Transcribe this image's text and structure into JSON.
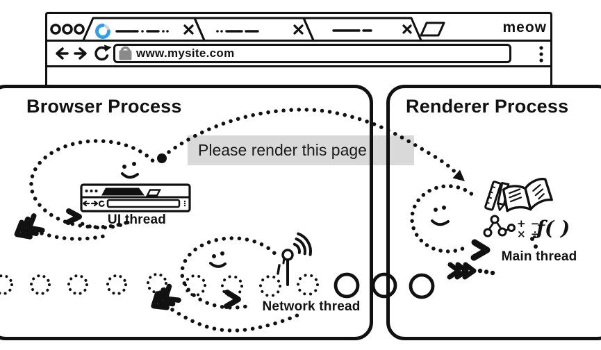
{
  "browser_window": {
    "brand": "meow",
    "address_bar": {
      "url": "www.mysite.com"
    }
  },
  "message_bubble": {
    "text": "Please render this page"
  },
  "processes": {
    "browser": {
      "title": "Browser Process",
      "threads": {
        "ui": {
          "label": "UI thread"
        },
        "network": {
          "label": "Network thread"
        }
      }
    },
    "renderer": {
      "title": "Renderer Process",
      "threads": {
        "main": {
          "label": "Main thread"
        }
      }
    }
  },
  "illustrations": {
    "main_thread_items": {
      "math_row1": "+ −",
      "math_row2": "× ÷",
      "function_label": "ƒ( )"
    }
  },
  "icons": {
    "traffic_lights": "○○○",
    "spinner": "◔",
    "close": "✕",
    "new_tab": "▱",
    "back": "←",
    "forward": "→",
    "reload": "↻",
    "lock": "🔒",
    "menu": "⋮"
  },
  "colors": {
    "ink": "#111111",
    "bubble_bg": "#d9d9d9",
    "spinner_blue": "#2b9ff0",
    "spinner_track": "#d5d5d5",
    "lock_gray": "#8a8a8a"
  }
}
